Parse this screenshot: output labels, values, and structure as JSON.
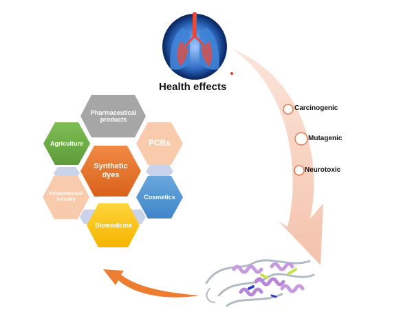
{
  "health": {
    "title": "Health effects",
    "effects": [
      "Carcinogenic",
      "Mutagenic",
      "Neurotoxic"
    ]
  },
  "hexagons": {
    "center": "Synthetic dyes",
    "items": [
      {
        "label": "Pharmaceutical products",
        "color": "#a6a6a6"
      },
      {
        "label": "Agriculture",
        "color": "#70ad47"
      },
      {
        "label": "PCBs",
        "color": "#f8cbad"
      },
      {
        "label": "Petrochemical industry",
        "color": "#f4b183"
      },
      {
        "label": "Cosmetics",
        "color": "#5b9bd5"
      },
      {
        "label": "Biomedicine",
        "color": "#ffc000"
      }
    ],
    "center_color": "#ed7d31"
  },
  "colors": {
    "big_arrow": "#f6c9b4",
    "return_arrow": "#ed7d31",
    "lung": "#2e6cc4",
    "lung_inner": "#e84a3a"
  },
  "icons": [
    "lungs-image",
    "protein-structure-image"
  ]
}
